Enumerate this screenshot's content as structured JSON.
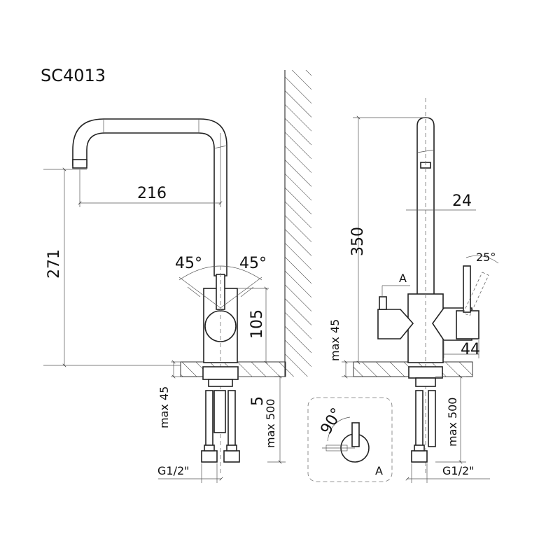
{
  "title": "SC4013",
  "side_view": {
    "reach": "216",
    "spout_height": "271",
    "lever_angle_left": "45°",
    "lever_angle_right": "45°",
    "body_height": "105",
    "counter_thickness_max": "max 45",
    "clearance": "5",
    "hose_length_max": "max 500",
    "thread": "G1/2\""
  },
  "front_view": {
    "total_height": "350",
    "spout_diameter": "24",
    "handle_tilt": "25°",
    "detail_marker": "A",
    "body_diameter": "44",
    "counter_thickness_max": "max 45",
    "hose_length_max": "max 500",
    "thread": "G1/2\""
  },
  "detail_a": {
    "rotation": "90°",
    "label": "A"
  }
}
